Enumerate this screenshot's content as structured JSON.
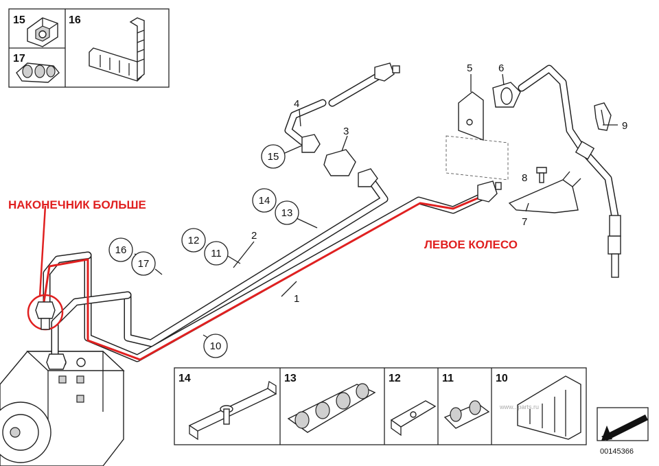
{
  "diagram": {
    "annotations": {
      "tip_bigger": "НАКОНЕЧНИК БОЛЬШЕ",
      "left_wheel": "ЛЕВОЕ КОЛЕСО"
    },
    "part_labels": {
      "p1": "1",
      "p2": "2",
      "p3": "3",
      "p4": "4",
      "p5": "5",
      "p6": "6",
      "p7": "7",
      "p8": "8",
      "p9": "9"
    },
    "circled_labels": {
      "c15": "15",
      "c14": "14",
      "c13": "13",
      "c12": "12",
      "c11": "11",
      "c16": "16",
      "c17": "17",
      "c10": "10"
    },
    "inset_top": {
      "cell_15": "15",
      "cell_16": "16",
      "cell_17": "17"
    },
    "inset_bottom": {
      "cell_14": "14",
      "cell_13": "13",
      "cell_12": "12",
      "cell_11": "11",
      "cell_10": "10"
    },
    "watermark": "www...parts.ru",
    "diagram_number": "00145366",
    "colors": {
      "highlight": "#e02020",
      "line": "#222222"
    }
  }
}
